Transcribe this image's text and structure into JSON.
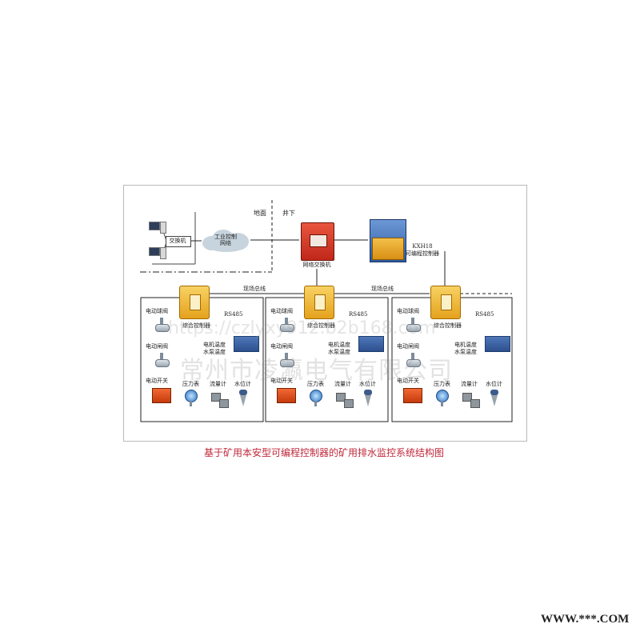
{
  "surface": {
    "ground_label": "地面",
    "underground_label": "井下",
    "switch_label": "交换机",
    "network_label": "工业控制\n网络",
    "network_switch_label": "网络交换机",
    "plc_model": "KXH18",
    "plc_label": "可编程控制器"
  },
  "bus_labels": [
    "现场总线",
    "现场总线"
  ],
  "stations": [
    {
      "cabinet_label": "综合控制器",
      "rs485": "RS485",
      "ball_valve": "电动球阀",
      "gate_valve": "电动闸阀",
      "switch": "电动开关",
      "temp_motor": "电机温度",
      "temp_pump": "水泵温度",
      "pressure": "压力表",
      "flow": "流量计",
      "level": "水位计"
    },
    {
      "cabinet_label": "综合控制器",
      "rs485": "RS485",
      "ball_valve": "电动球阀",
      "gate_valve": "电动闸阀",
      "switch": "电动开关",
      "temp_motor": "电机温度",
      "temp_pump": "水泵温度",
      "pressure": "压力表",
      "flow": "流量计",
      "level": "水位计"
    },
    {
      "cabinet_label": "综合控制器",
      "rs485": "RS485",
      "ball_valve": "电动球阀",
      "gate_valve": "电动闸阀",
      "switch": "电动开关",
      "temp_motor": "电机温度",
      "temp_pump": "水泵温度",
      "pressure": "压力表",
      "flow": "流量计",
      "level": "水位计"
    }
  ],
  "caption": "基于矿用本安型可编程控制器的矿用排水监控系统结构图",
  "watermark": "常州市凌瀛电气有限公司",
  "watermark_url": "https://czlyxy912.b2b168.com",
  "footer": "WWW.***.COM",
  "colors": {
    "caption": "#c0283a",
    "cabinet": "#f0b73a",
    "plc_cabinet": "#3f6fb8",
    "network_switch": "#d0301c"
  }
}
